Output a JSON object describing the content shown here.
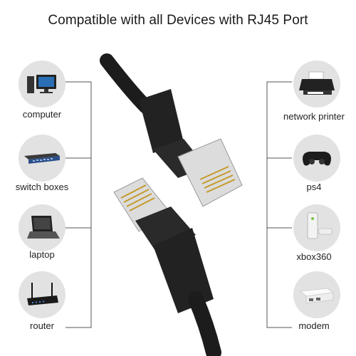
{
  "title": "Compatible with all Devices with RJ45 Port",
  "left_devices": [
    {
      "label": "computer",
      "icon": "computer-icon"
    },
    {
      "label": "switch boxes",
      "icon": "switch-icon"
    },
    {
      "label": "laptop",
      "icon": "laptop-icon"
    },
    {
      "label": "router",
      "icon": "router-icon"
    }
  ],
  "right_devices": [
    {
      "label": "network printer",
      "icon": "printer-icon"
    },
    {
      "label": "ps4",
      "icon": "gamepad-icon"
    },
    {
      "label": "xbox360",
      "icon": "xbox-console-icon"
    },
    {
      "label": "modem",
      "icon": "modem-icon"
    }
  ],
  "colors": {
    "circle": "#e2e2e2",
    "line": "#555555",
    "cable": "#1c1c1c",
    "metal": "#c9c9c9"
  }
}
